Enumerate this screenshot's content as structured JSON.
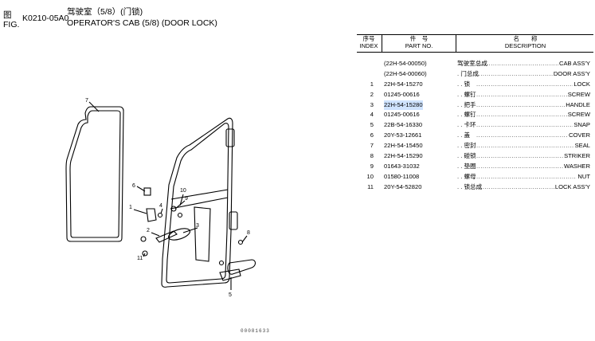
{
  "header": {
    "fig_cn": "图",
    "fig_en": "FIG.",
    "code": "K0210-05A0",
    "title_cn": "驾驶室（5/8）(门锁)",
    "title_en": "OPERATOR'S CAB (5/8) (DOOR LOCK)"
  },
  "table": {
    "index_cn": "序号",
    "index_en": "INDEX",
    "part_cn": "件　号",
    "part_en": "PART NO.",
    "desc_cn": "名　　称",
    "desc_en": "DESCRIPTION",
    "dots": "............................................................................................................",
    "rows": [
      {
        "index": "",
        "part": "(22H-54-00050)",
        "cn": "驾驶室总成",
        "en": "CAB ASS'Y"
      },
      {
        "index": "",
        "part": "(22H-54-00060)",
        "cn": ". 门总成",
        "en": "DOOR ASS'Y"
      },
      {
        "index": "1",
        "part": "22H-54-15270",
        "cn": ". . 锁",
        "en": "LOCK"
      },
      {
        "index": "2",
        "part": "01245-00616",
        "cn": ". . 螺钉",
        "en": "SCREW"
      },
      {
        "index": "3",
        "part": "22H-54-15280",
        "cn": ". . 把手",
        "en": "HANDLE"
      },
      {
        "index": "4",
        "part": "01245-00616",
        "cn": ". . 螺钉",
        "en": "SCREW"
      },
      {
        "index": "5",
        "part": "22B-54-16330",
        "cn": ". . 卡环",
        "en": "SNAP"
      },
      {
        "index": "6",
        "part": "20Y-53-12661",
        "cn": ". . 盖",
        "en": "COVER"
      },
      {
        "index": "7",
        "part": "22H-54-15450",
        "cn": ". . 密封",
        "en": "SEAL"
      },
      {
        "index": "8",
        "part": "22H-54-15290",
        "cn": ". . 碰锁",
        "en": "STRIKER"
      },
      {
        "index": "9",
        "part": "01643-31032",
        "cn": ". . 垫圈",
        "en": "WASHER"
      },
      {
        "index": "10",
        "part": "01580-11008",
        "cn": ". . 螺母",
        "en": "NUT"
      },
      {
        "index": "11",
        "part": "20Y-54-52820",
        "cn": ". . 锁总成",
        "en": "LOCK ASS'Y"
      }
    ]
  },
  "diagram": {
    "callouts": [
      "7",
      "6",
      "1",
      "10",
      "4",
      "9",
      "2",
      "3",
      "11",
      "8",
      "5"
    ]
  },
  "footer": {
    "code": "00081633"
  }
}
